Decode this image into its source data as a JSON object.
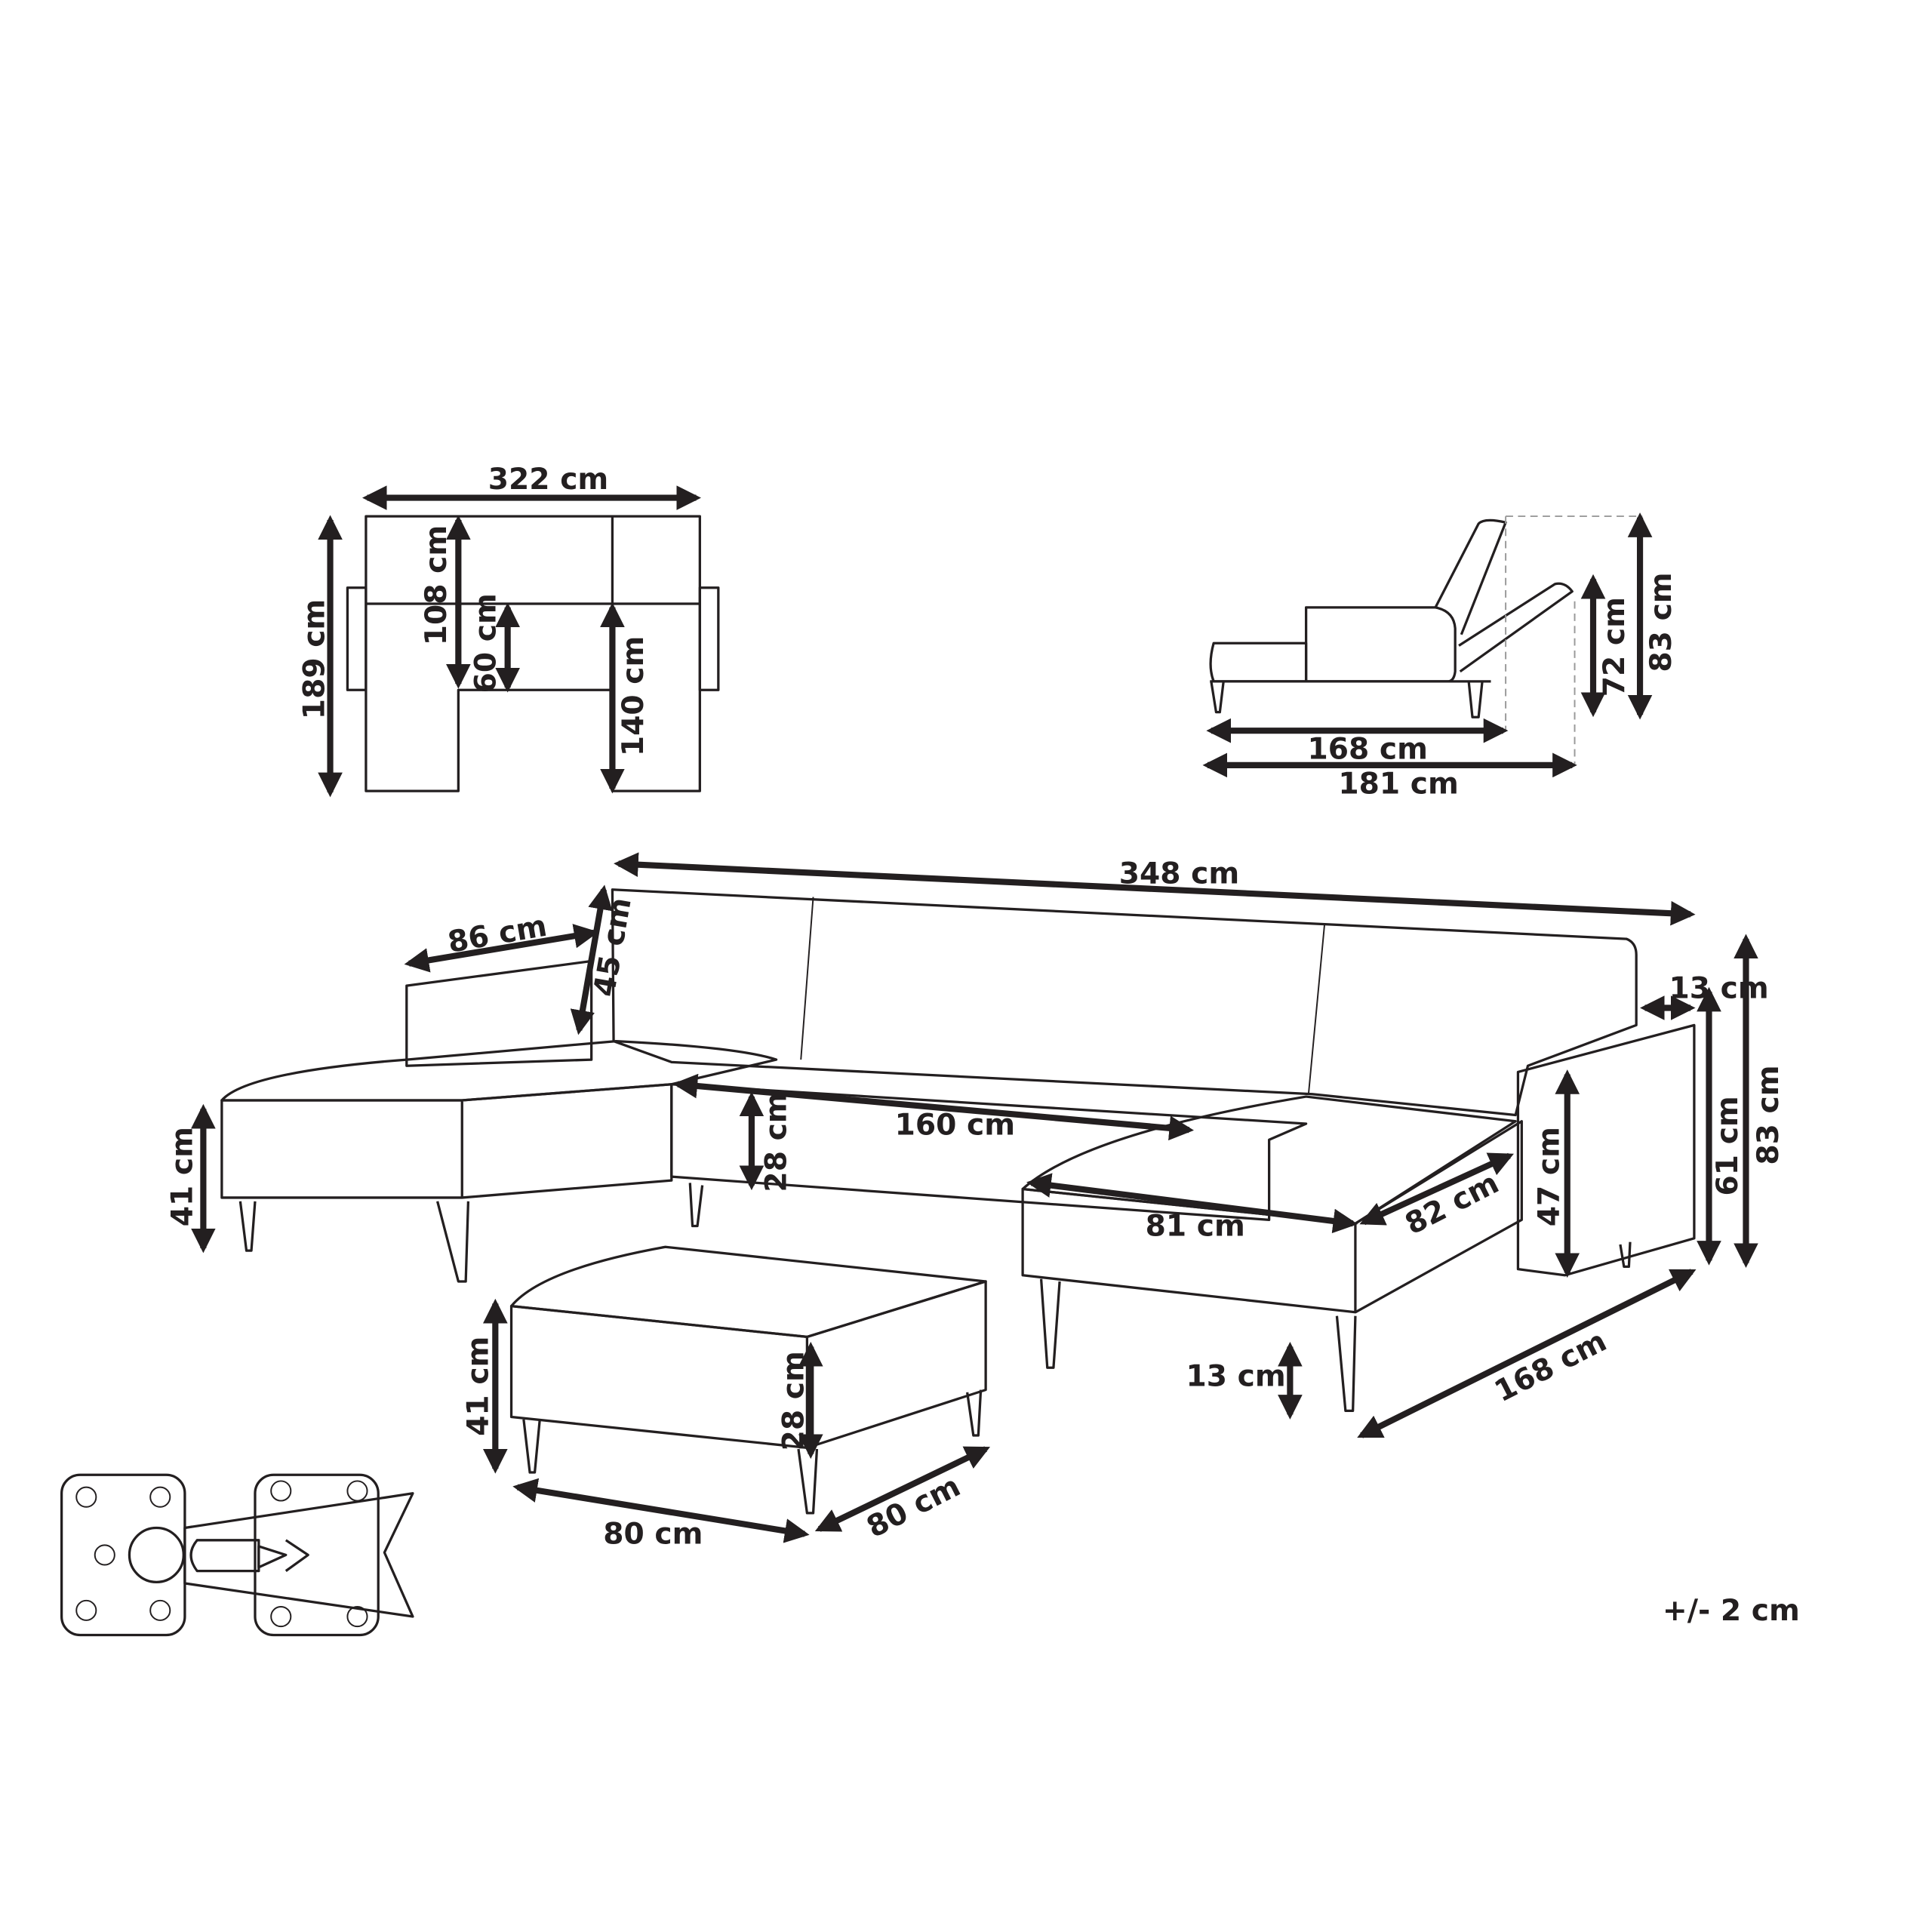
{
  "plan_view": {
    "width": "322 cm",
    "depth": "189 cm",
    "back_depth": "108 cm",
    "seat_gap": "60 cm",
    "chaise_length": "140 cm"
  },
  "side_view": {
    "depth": "168 cm",
    "reclined_depth": "181 cm",
    "height_72": "72 cm",
    "height_83": "83 cm"
  },
  "main_view": {
    "total_width": "348 cm",
    "chaise_left_width": "86 cm",
    "back_height": "45 cm",
    "armrest_width": "13 cm",
    "total_height": "83 cm",
    "arm_height": "61 cm",
    "arm_inner_height": "47 cm",
    "seat_height_left": "41 cm",
    "seat_thickness": "28 cm",
    "seat_width": "160 cm",
    "chaise_width": "81 cm",
    "chaise_depth": "82 cm",
    "leg_height": "13 cm",
    "chaise_length": "168 cm"
  },
  "ottoman": {
    "height": "41 cm",
    "cushion": "28 cm",
    "width": "80 cm",
    "depth": "80 cm"
  },
  "tolerance": "+/- 2 cm"
}
